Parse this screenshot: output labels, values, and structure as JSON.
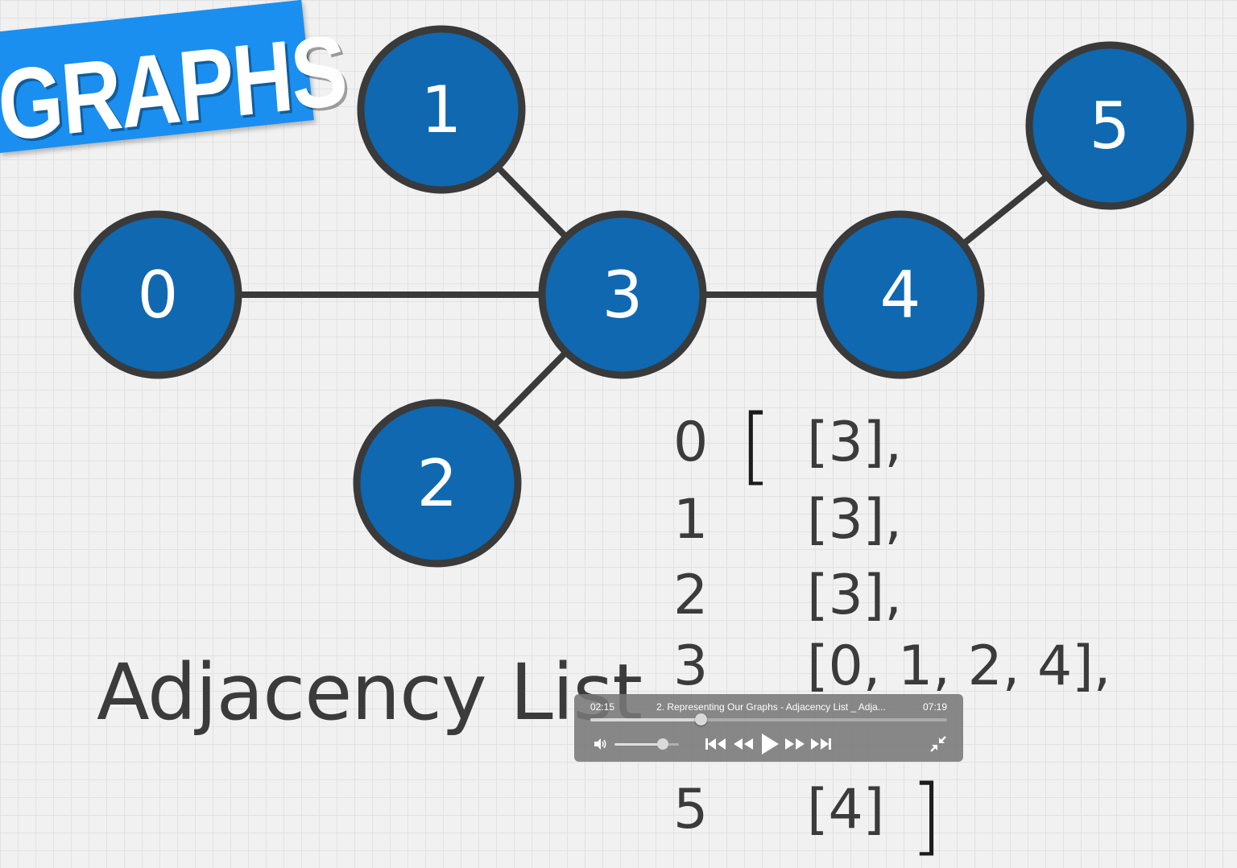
{
  "badge": {
    "text": "GRAPHS"
  },
  "graph": {
    "nodes": [
      {
        "id": "0",
        "label": "0"
      },
      {
        "id": "1",
        "label": "1"
      },
      {
        "id": "2",
        "label": "2"
      },
      {
        "id": "3",
        "label": "3"
      },
      {
        "id": "4",
        "label": "4"
      },
      {
        "id": "5",
        "label": "5"
      }
    ],
    "edges": [
      [
        "0",
        "3"
      ],
      [
        "1",
        "3"
      ],
      [
        "2",
        "3"
      ],
      [
        "3",
        "4"
      ],
      [
        "4",
        "5"
      ]
    ],
    "colors": {
      "node_fill": "#0f68b0",
      "node_stroke": "#3a3a3a",
      "edge": "#3a3a3a",
      "label": "#ffffff"
    }
  },
  "title": "Adjacency List",
  "adjacency_list": {
    "open_bracket": "[",
    "close_bracket": "]",
    "rows": [
      {
        "index": "0",
        "list": "[3],"
      },
      {
        "index": "1",
        "list": "[3],"
      },
      {
        "index": "2",
        "list": "[3],"
      },
      {
        "index": "3",
        "list": "[0, 1, 2, 4],"
      },
      {
        "index": "5",
        "list": "[4]"
      }
    ]
  },
  "player": {
    "elapsed": "02:15",
    "title": "2. Representing Our Graphs - Adjacency List _ Adja...",
    "duration": "07:19",
    "progress": 0.31,
    "volume": 0.75,
    "icons": {
      "volume": "volume-icon",
      "skip_back": "skip-back-icon",
      "rewind": "rewind-icon",
      "play": "play-icon",
      "fast_forward": "fast-forward-icon",
      "skip_forward": "skip-forward-icon",
      "exit_fullscreen": "exit-fullscreen-icon"
    }
  }
}
